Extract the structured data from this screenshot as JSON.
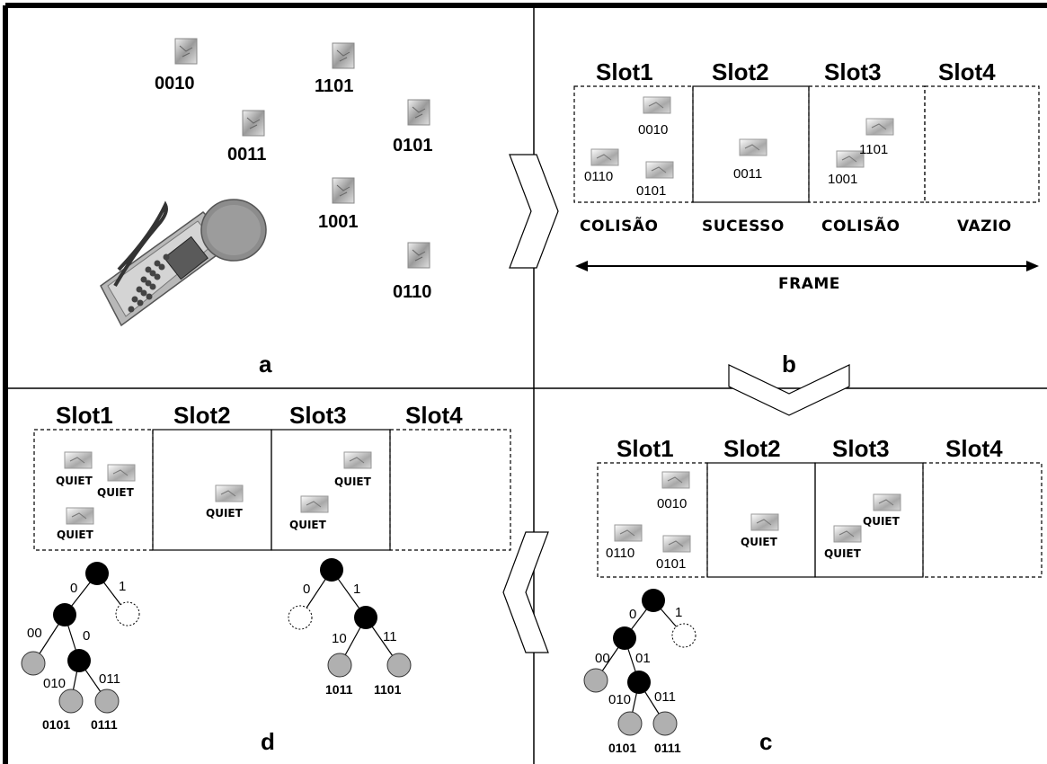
{
  "panels": {
    "a": {
      "letter": "a",
      "tag_ids": [
        "0010",
        "1101",
        "0011",
        "0101",
        "1001",
        "0110"
      ]
    },
    "b": {
      "letter": "b",
      "slots": [
        "Slot1",
        "Slot2",
        "Slot3",
        "Slot4"
      ],
      "slot1_tags": [
        "0010",
        "0110",
        "0101"
      ],
      "slot2_tag": "0011",
      "slot3_tags": [
        "1101",
        "1001"
      ],
      "statuses": [
        "COLISÃO",
        "SUCESSO",
        "COLISÃO",
        "VAZIO"
      ],
      "frame_label": "FRAME"
    },
    "c": {
      "letter": "c",
      "slots": [
        "Slot1",
        "Slot2",
        "Slot3",
        "Slot4"
      ],
      "slot1_tags": [
        "0010",
        "0110",
        "0101"
      ],
      "quiet": "QUIET",
      "tree": {
        "edges": [
          "0",
          "1",
          "00",
          "01",
          "010",
          "011"
        ],
        "leaves": [
          "0101",
          "0111"
        ]
      }
    },
    "d": {
      "letter": "d",
      "slots": [
        "Slot1",
        "Slot2",
        "Slot3",
        "Slot4"
      ],
      "quiet": "QUIET",
      "tree_left": {
        "edges": [
          "0",
          "1",
          "00",
          "0",
          "010",
          "011"
        ],
        "leaves": [
          "0101",
          "0111"
        ]
      },
      "tree_right": {
        "edges": [
          "0",
          "1",
          "10",
          "11"
        ],
        "leaves": [
          "1011",
          "1101"
        ]
      }
    }
  },
  "colors": {
    "collided_node": "#000000",
    "identified_node": "#b0b0b0",
    "empty_node": "#ffffff",
    "border": "#000000"
  }
}
